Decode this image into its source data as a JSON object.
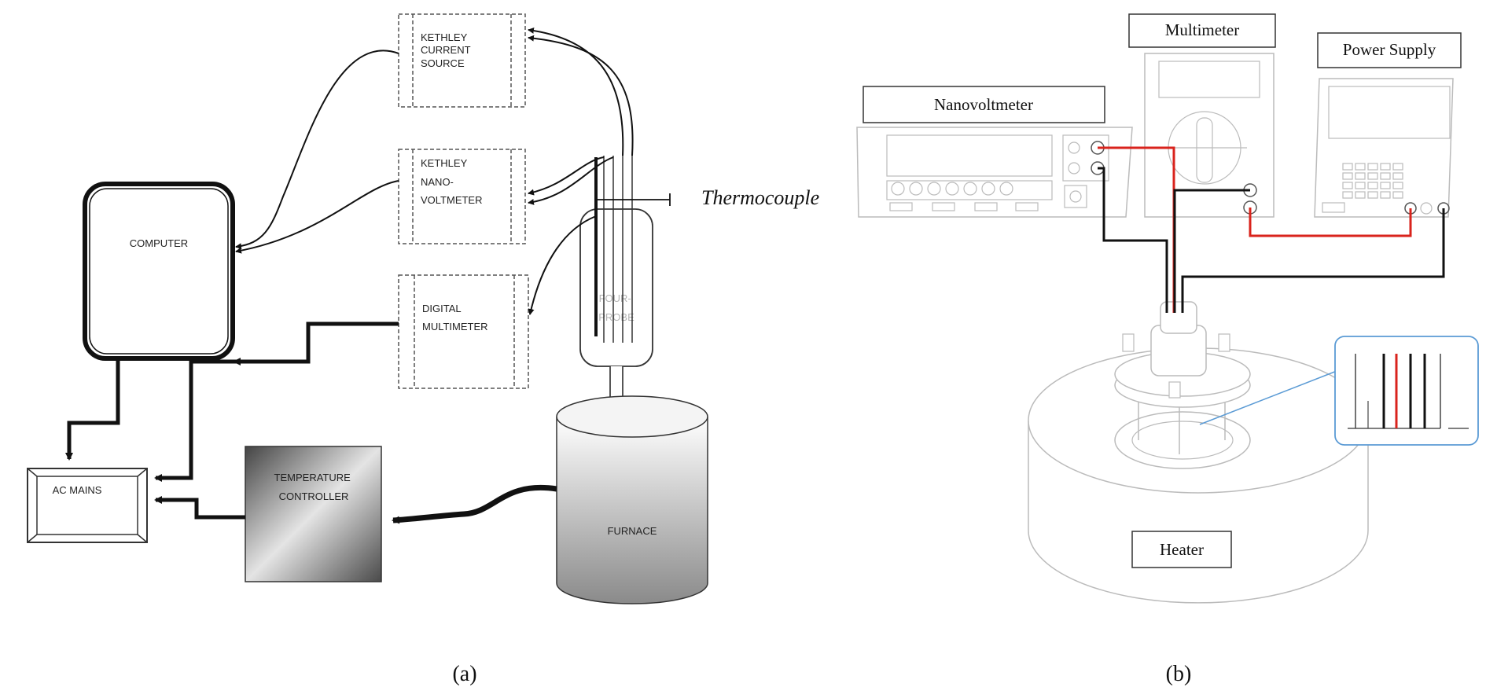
{
  "panel_a": {
    "caption": "(a)",
    "labels": {
      "current_source": [
        "KETHLEY",
        "CURRENT",
        "SOURCE"
      ],
      "nanovoltmeter": [
        "KETHLEY",
        "NANO-",
        "VOLTMETER"
      ],
      "multimeter": [
        "DIGITAL",
        "MULTIMETER"
      ],
      "computer": "COMPUTER",
      "four_probe": [
        "FOUR-",
        "PROBE"
      ],
      "thermocouple": "Thermocouple",
      "ac_mains": "AC MAINS",
      "temperature_controller": [
        "TEMPERATURE",
        "CONTROLLER"
      ],
      "furnace": "FURNACE"
    }
  },
  "panel_b": {
    "caption": "(b)",
    "labels": {
      "nanovoltmeter": "Nanovoltmeter",
      "multimeter": "Multimeter",
      "power_supply": "Power Supply",
      "heater": "Heater"
    },
    "colors": {
      "red_wire": "#d9231c",
      "black_wire": "#111111"
    }
  }
}
